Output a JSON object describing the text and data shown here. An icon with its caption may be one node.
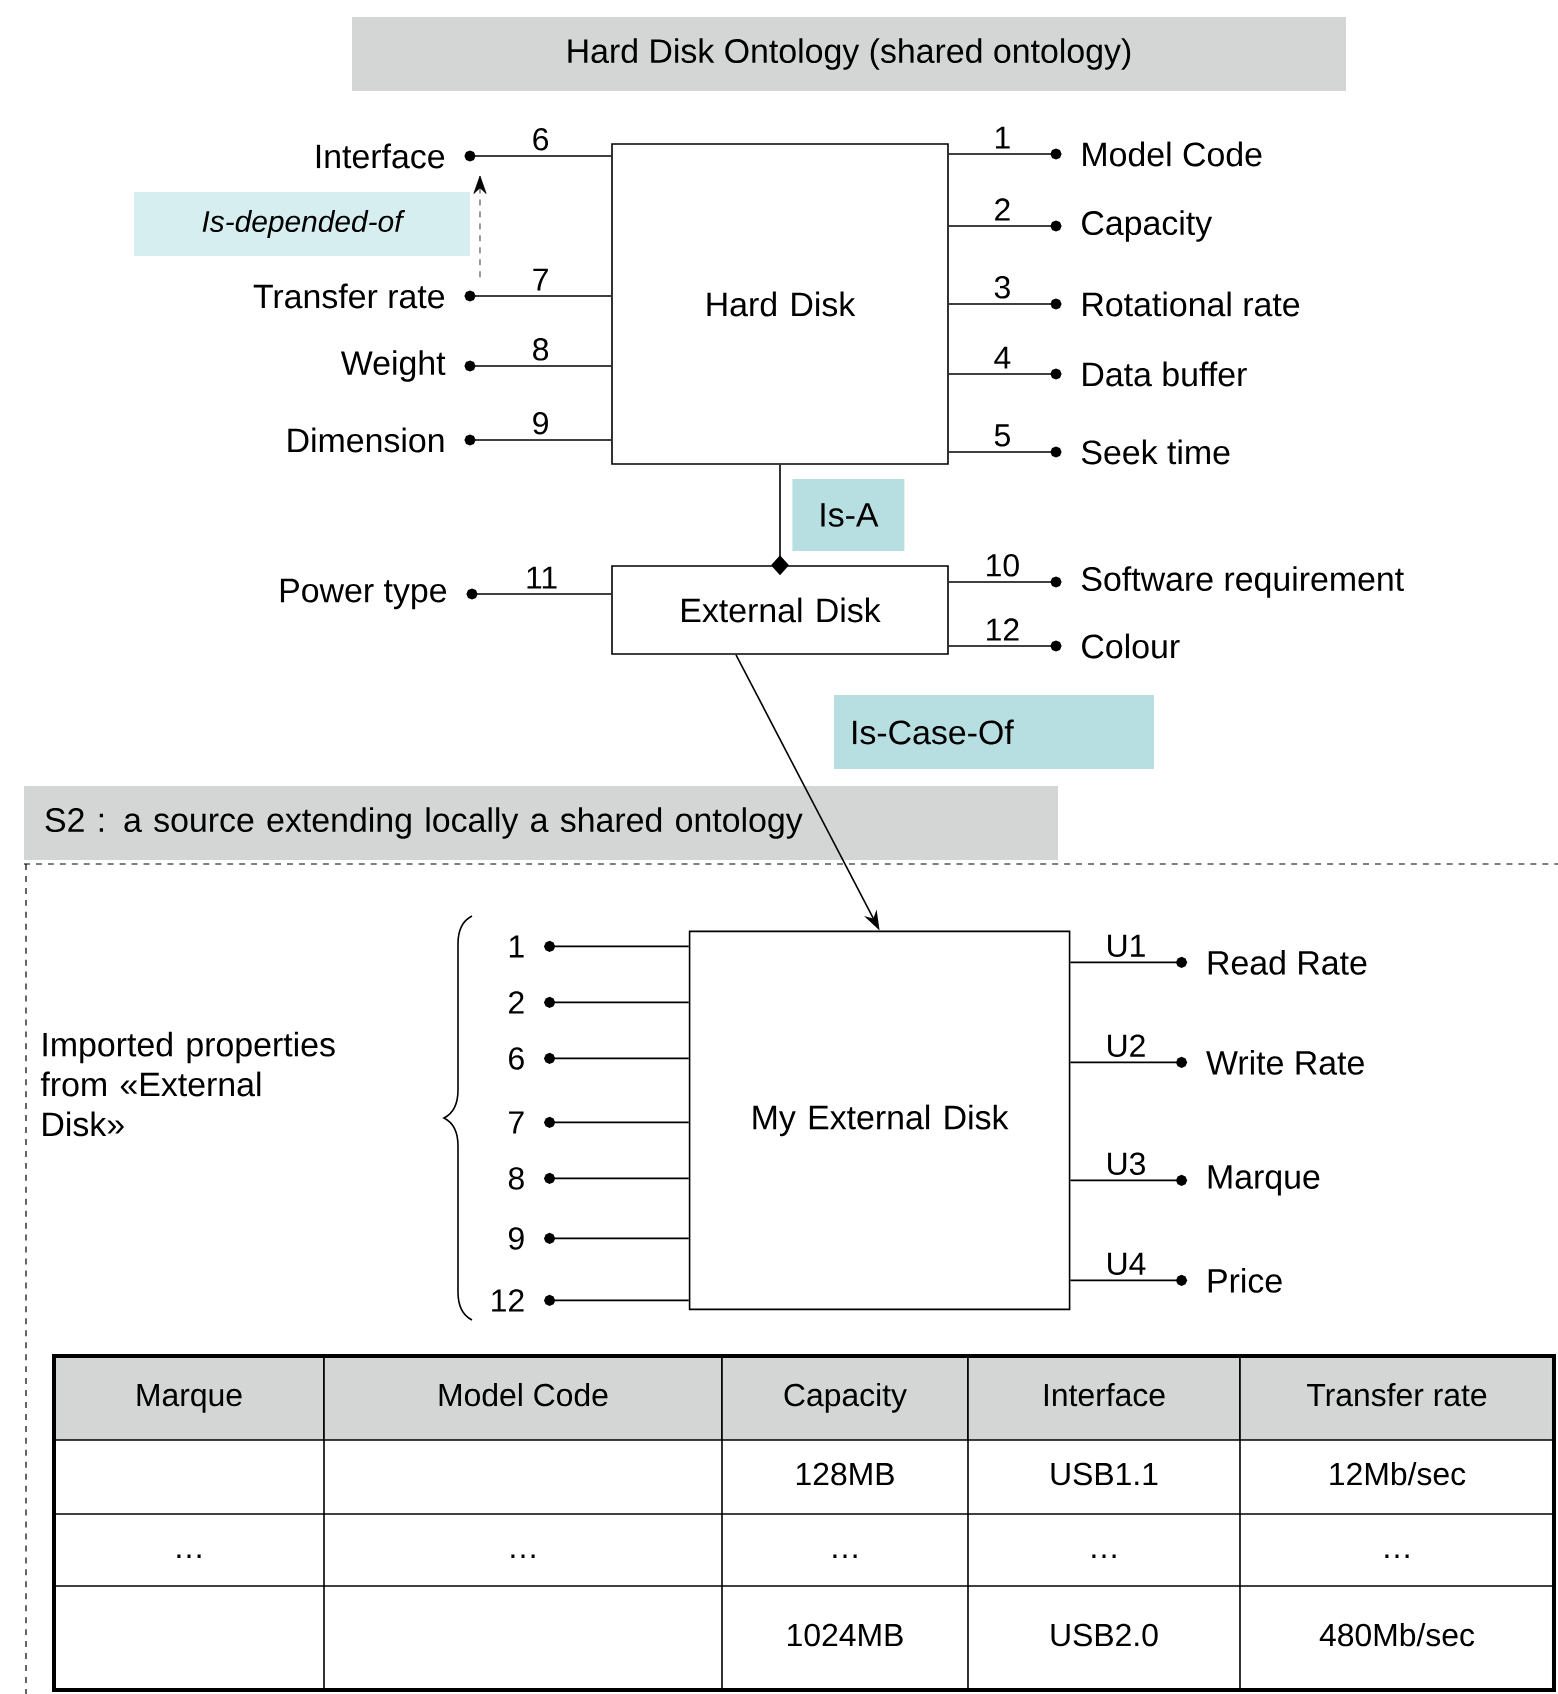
{
  "diagram": {
    "title": "Hard Disk Ontology (shared ontology)",
    "nodes": [
      {
        "text": [
          "Hard Disk"
        ]
      },
      {
        "text": [
          "Interface"
        ]
      },
      {
        "text": [
          "Transfer rate"
        ]
      },
      {
        "text": [
          "Weight"
        ]
      },
      {
        "text": [
          "Dimension"
        ]
      },
      {
        "text": [
          "Model Code"
        ]
      },
      {
        "text": [
          "Capacity"
        ]
      },
      {
        "text": [
          "Rotational rate"
        ]
      },
      {
        "text": [
          "Data buffer"
        ]
      },
      {
        "text": [
          "Seek time"
        ]
      },
      {
        "text": [
          "External Disk"
        ]
      },
      {
        "text": [
          "Power type"
        ]
      },
      {
        "text": [
          "Software requirement"
        ]
      },
      {
        "text": [
          "Colour"
        ]
      },
      {
        "text": [
          "S2 : a source extending locally a shared ontology"
        ]
      },
      {
        "text": [
          "My External Disk"
        ],
        "in": 14
      },
      {
        "text": [
          "1"
        ],
        "in": 14
      },
      {
        "text": [
          "2"
        ],
        "in": 14
      },
      {
        "text": [
          "6"
        ],
        "in": 14
      },
      {
        "text": [
          "7"
        ],
        "in": 14
      },
      {
        "text": [
          "8"
        ],
        "in": 14
      },
      {
        "text": [
          "9"
        ],
        "in": 14
      },
      {
        "text": [
          "12"
        ],
        "in": 14
      },
      {
        "text": [
          "Read Rate"
        ],
        "in": 14
      },
      {
        "text": [
          "Write Rate"
        ],
        "in": 14
      },
      {
        "text": [
          "Marque"
        ],
        "in": 14
      },
      {
        "text": [
          "Price"
        ],
        "in": 14
      }
    ],
    "edges": [
      {
        "from": 0,
        "to": 1,
        "arrow": "other",
        "label": "6"
      },
      {
        "from": 0,
        "to": 2,
        "arrow": "other",
        "label": "7"
      },
      {
        "from": 0,
        "to": 3,
        "arrow": "other",
        "label": "8"
      },
      {
        "from": 0,
        "to": 4,
        "arrow": "other",
        "label": "9"
      },
      {
        "from": 0,
        "to": 5,
        "arrow": "other",
        "label": "1"
      },
      {
        "from": 0,
        "to": 6,
        "arrow": "other",
        "label": "2"
      },
      {
        "from": 0,
        "to": 7,
        "arrow": "other",
        "label": "3"
      },
      {
        "from": 0,
        "to": 8,
        "arrow": "other",
        "label": "4"
      },
      {
        "from": 0,
        "to": 9,
        "arrow": "other",
        "label": "5"
      },
      {
        "from": 0,
        "to": 10,
        "arrow": "other",
        "label": "Is-A"
      },
      {
        "from": 10,
        "to": 11,
        "arrow": "other",
        "label": "11"
      },
      {
        "from": 10,
        "to": 12,
        "arrow": "other",
        "label": "10"
      },
      {
        "from": 10,
        "to": 13,
        "arrow": "other",
        "label": "12"
      },
      {
        "from": 10,
        "to": 15,
        "arrow": "to",
        "label": "Is-Case-Of"
      },
      {
        "from": 2,
        "to": 1,
        "arrow": "to",
        "label": "Is-depended-of",
        "style": "dashed"
      },
      {
        "from": 15,
        "to": 16,
        "arrow": "other"
      },
      {
        "from": 15,
        "to": 17,
        "arrow": "other"
      },
      {
        "from": 15,
        "to": 18,
        "arrow": "other"
      },
      {
        "from": 15,
        "to": 19,
        "arrow": "other"
      },
      {
        "from": 15,
        "to": 20,
        "arrow": "other"
      },
      {
        "from": 15,
        "to": 21,
        "arrow": "other"
      },
      {
        "from": 15,
        "to": 22,
        "arrow": "other"
      },
      {
        "from": 15,
        "to": 23,
        "arrow": "other",
        "label": "U1"
      },
      {
        "from": 15,
        "to": 24,
        "arrow": "other",
        "label": "U2"
      },
      {
        "from": 15,
        "to": 25,
        "arrow": "other",
        "label": "U3"
      },
      {
        "from": 15,
        "to": 26,
        "arrow": "other",
        "label": "U4"
      }
    ],
    "labels": [
      "Imported properties from «External Disk»",
      "Marque",
      "Model Code",
      "Capacity",
      "Interface",
      "Transfer rate",
      "128MB",
      "USB1.1",
      "12Mb/sec",
      "…",
      "…",
      "…",
      "…",
      "…",
      "1024MB",
      "USB2.0",
      "480Mb/sec"
    ]
  }
}
